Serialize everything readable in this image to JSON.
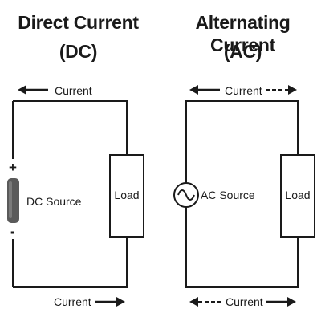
{
  "dc": {
    "title": "Direct Current",
    "abbr": "(DC)",
    "top_label": "Current",
    "bottom_label": "Current",
    "source_label": "DC Source",
    "plus": "+",
    "minus": "-",
    "load_label": "Load"
  },
  "ac": {
    "title": "Alternating Current",
    "abbr": "(AC)",
    "top_label": "Current",
    "bottom_label": "Current",
    "source_label": "AC Source",
    "load_label": "Load"
  },
  "colors": {
    "line": "#1a1a1a",
    "battery": "#5a5a5a"
  }
}
